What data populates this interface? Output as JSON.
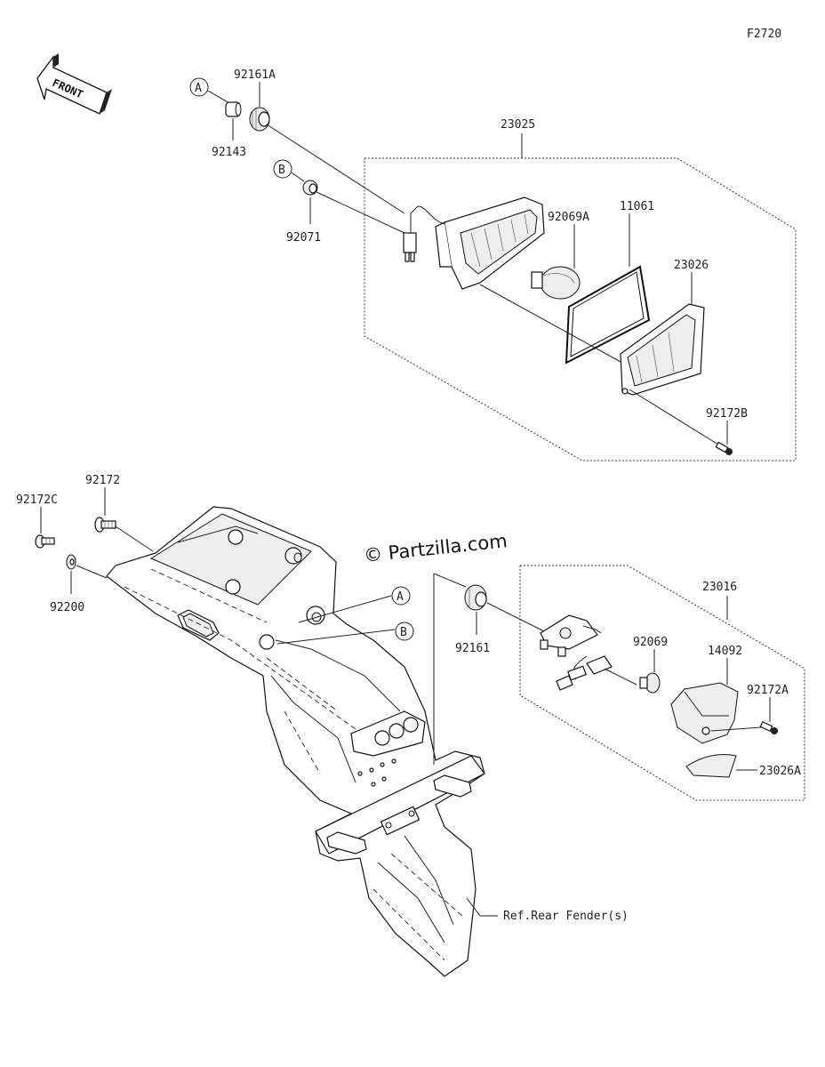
{
  "diagram_code": "F2720",
  "front_arrow": {
    "label": "FRONT",
    "icon": "front-direction-arrow-icon"
  },
  "watermark": "© Partzilla.com",
  "reference_markers": {
    "a_top": "A",
    "b_top": "B",
    "a_bottom": "A",
    "b_bottom": "B"
  },
  "parts": {
    "p92161A": "92161A",
    "p92143": "92143",
    "p92071": "92071",
    "p23025": "23025",
    "p92069A": "92069A",
    "p11061": "11061",
    "p23026": "23026",
    "p92172B": "92172B",
    "p92172": "92172",
    "p92172C": "92172C",
    "p92200": "92200",
    "p23016": "23016",
    "p92161": "92161",
    "p92069": "92069",
    "p14092": "14092",
    "p92172A": "92172A",
    "p23026A": "23026A"
  },
  "reference_note": "Ref.Rear Fender(s)"
}
